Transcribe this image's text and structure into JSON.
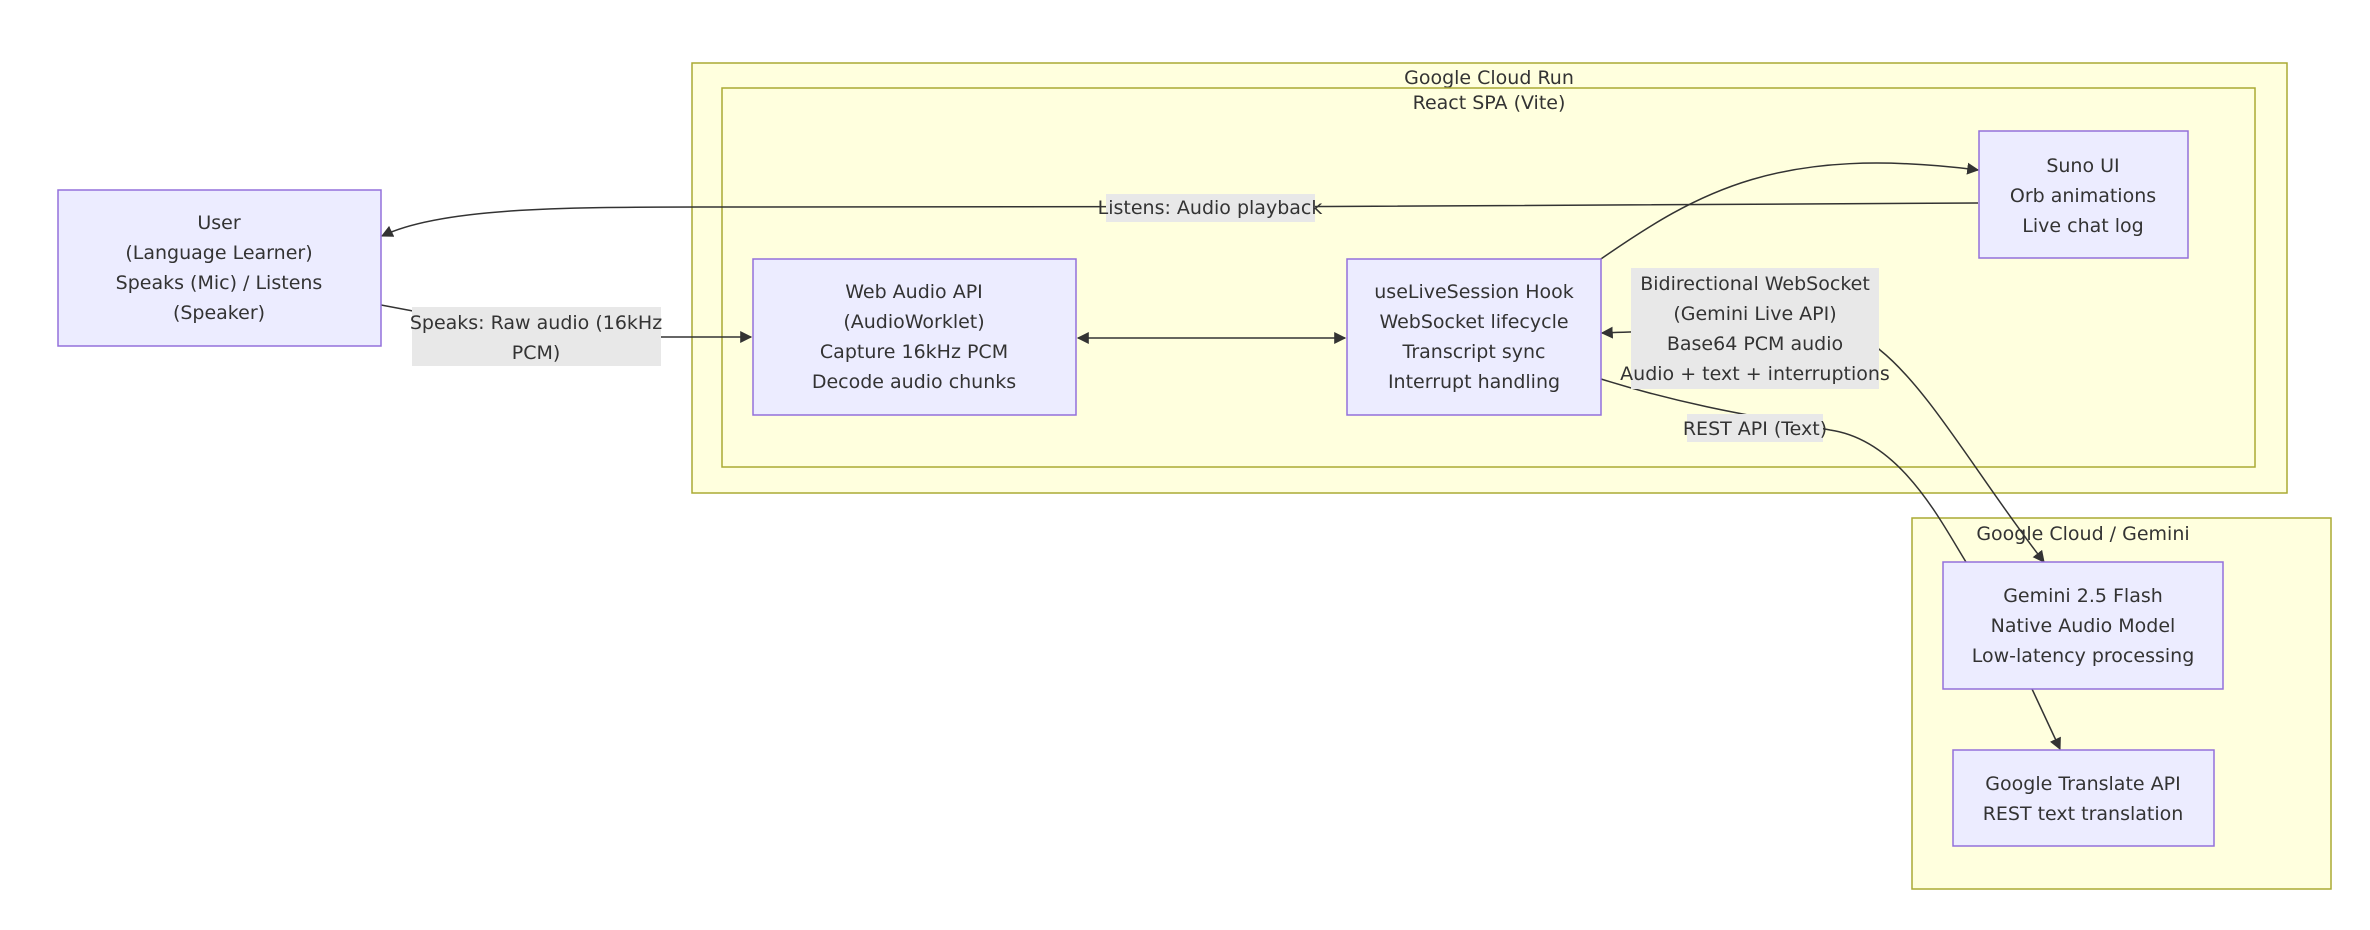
{
  "clusters": {
    "cloud_run": "Google Cloud Run",
    "react_spa": "React SPA (Vite)",
    "gcp_gemini": "Google Cloud / Gemini"
  },
  "nodes": {
    "user": [
      "User",
      "(Language Learner)",
      "Speaks (Mic) / Listens",
      "(Speaker)"
    ],
    "web_audio": [
      "Web Audio API",
      "(AudioWorklet)",
      "Capture 16kHz PCM",
      "Decode audio chunks"
    ],
    "hook": [
      "useLiveSession Hook",
      "WebSocket lifecycle",
      "Transcript sync",
      "Interrupt handling"
    ],
    "suno_ui": [
      "Suno UI",
      "Orb animations",
      "Live chat log"
    ],
    "gemini": [
      "Gemini 2.5 Flash",
      "Native Audio Model",
      "Low-latency processing"
    ],
    "translate": [
      "Google Translate API",
      "REST text translation"
    ]
  },
  "edges": {
    "speaks": [
      "Speaks: Raw audio (16kHz",
      "PCM)"
    ],
    "listens": [
      "Listens: Audio playback"
    ],
    "websocket": [
      "Bidirectional WebSocket",
      "(Gemini Live API)",
      "Base64 PCM audio",
      "Audio + text + interruptions"
    ],
    "rest": [
      "REST API (Text)"
    ]
  }
}
